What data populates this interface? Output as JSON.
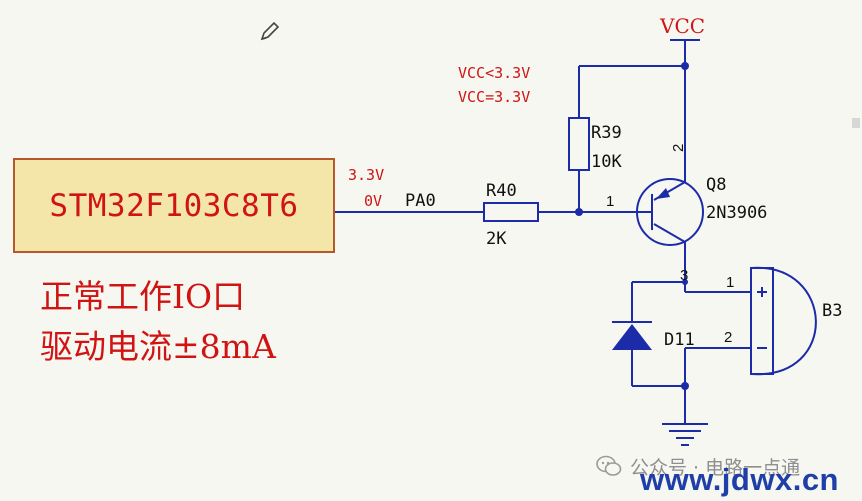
{
  "mcu": {
    "part": "STM32F103C8T6"
  },
  "note": {
    "line1": "正常工作IO口",
    "line2": "驱动电流±8mA"
  },
  "signal": {
    "high": "3.3V",
    "low": "0V",
    "pin": "PA0"
  },
  "vcc_notes": {
    "line1": "VCC<3.3V",
    "line2": "VCC=3.3V"
  },
  "power": {
    "vcc": "VCC"
  },
  "r40": {
    "ref": "R40",
    "value": "2K"
  },
  "r39": {
    "ref": "R39",
    "value": "10K"
  },
  "q8": {
    "ref": "Q8",
    "part": "2N3906",
    "pin_base": "1",
    "pin_emitter": "2",
    "pin_collector": "3"
  },
  "d11": {
    "ref": "D11"
  },
  "b3": {
    "ref": "B3",
    "pin_plus": "1",
    "pin_minus": "2"
  },
  "footer": {
    "wechat": "公众号 · 电路一点通",
    "site": "www.jdwx.cn"
  },
  "colors": {
    "wire": "#1c2ba8",
    "annotation": "#d01414",
    "chip_fill": "#f3e6a8",
    "chip_border": "#b5582c",
    "background": "#f6f7f1"
  },
  "icons": {
    "edit": "pencil-icon",
    "wechat": "wechat-icon",
    "ground": "ground-symbol"
  }
}
